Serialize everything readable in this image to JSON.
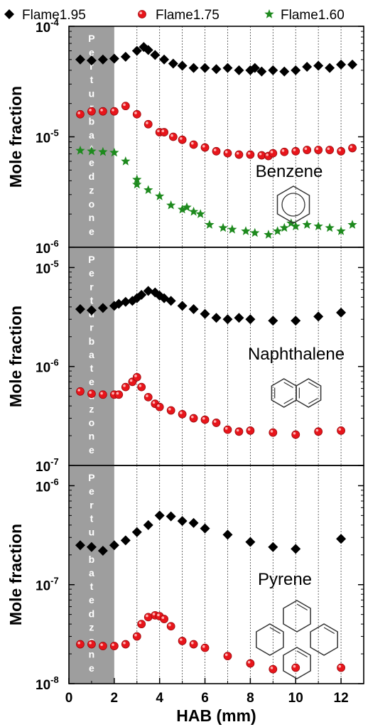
{
  "chart_data": {
    "type": "scatter",
    "legend": {
      "placement": "top",
      "entries": [
        {
          "name": "Flame1.95",
          "marker": "diamond",
          "color": "#000000"
        },
        {
          "name": "Flame1.75",
          "marker": "circle",
          "color": "#e8151b"
        },
        {
          "name": "Flame1.60",
          "marker": "star",
          "color": "#1e8a1e"
        }
      ]
    },
    "xlabel": "HAB (mm)",
    "xlim": [
      0,
      13
    ],
    "xticks": [
      "0",
      "2",
      "4",
      "6",
      "8",
      "10",
      "12"
    ],
    "x_gridlines": [
      3,
      4,
      5,
      6,
      7,
      8,
      9,
      10,
      11,
      12
    ],
    "y_scale": "log",
    "shaded_region": {
      "x": [
        0,
        2
      ],
      "label": "Perturbated zone",
      "color": "#9e9e9e"
    },
    "panels": [
      {
        "molecule": "Benzene",
        "ylabel": "Mole fraction",
        "ylim": [
          1e-06,
          0.0001
        ],
        "yticks": [
          {
            "base": "10",
            "exp": "-6"
          },
          {
            "base": "10",
            "exp": "-5"
          },
          {
            "base": "10",
            "exp": "-4"
          }
        ],
        "series": [
          {
            "name": "Flame1.95",
            "x": [
              0.5,
              1,
              1.5,
              2,
              2.5,
              3,
              3.3,
              3.5,
              3.8,
              4.2,
              4.6,
              5,
              5.5,
              6,
              6.5,
              7,
              7.5,
              8,
              8.2,
              8.5,
              9,
              9.5,
              10,
              10.5,
              11,
              11.5,
              12,
              12.5
            ],
            "y": [
              5e-05,
              4.9e-05,
              5e-05,
              5.1e-05,
              5.3e-05,
              6e-05,
              6.5e-05,
              6.1e-05,
              5.5e-05,
              5e-05,
              4.6e-05,
              4.4e-05,
              4.2e-05,
              4.2e-05,
              4.1e-05,
              4.2e-05,
              4e-05,
              4e-05,
              4.2e-05,
              3.9e-05,
              4e-05,
              3.9e-05,
              4e-05,
              4.3e-05,
              4.4e-05,
              4.2e-05,
              4.5e-05,
              4.5e-05
            ]
          },
          {
            "name": "Flame1.75",
            "x": [
              0.5,
              1,
              1.5,
              2,
              2.5,
              3,
              3.5,
              4,
              4.2,
              4.6,
              5,
              5.5,
              6,
              6.5,
              7,
              7.5,
              8,
              8.5,
              8.8,
              9,
              9.5,
              10,
              10.5,
              11,
              11.5,
              12,
              12.5
            ],
            "y": [
              1.6e-05,
              1.7e-05,
              1.7e-05,
              1.7e-05,
              1.9e-05,
              1.6e-05,
              1.3e-05,
              1.1e-05,
              1.1e-05,
              1e-05,
              9.4e-06,
              8.5e-06,
              8e-06,
              7.4e-06,
              7.1e-06,
              6.9e-06,
              6.9e-06,
              6.8e-06,
              6.7e-06,
              7.1e-06,
              7.3e-06,
              7.4e-06,
              7.6e-06,
              7.6e-06,
              7.6e-06,
              7.4e-06,
              7.9e-06
            ]
          },
          {
            "name": "Flame1.60",
            "x": [
              0.5,
              1,
              1.5,
              2,
              2.5,
              3,
              3,
              3.5,
              4,
              4.5,
              5,
              5.2,
              5.5,
              5.8,
              6.2,
              6.8,
              7.2,
              7.8,
              8.2,
              8.8,
              9.2,
              9.5,
              9.8,
              10,
              10.5,
              11,
              11.5,
              12,
              12.5
            ],
            "y": [
              7.5e-06,
              7.4e-06,
              7.3e-06,
              7.2e-06,
              6e-06,
              4.1e-06,
              3.7e-06,
              3.3e-06,
              2.9e-06,
              2.4e-06,
              2.2e-06,
              2.3e-06,
              2.1e-06,
              2e-06,
              1.6e-06,
              1.5e-06,
              1.45e-06,
              1.4e-06,
              1.35e-06,
              1.3e-06,
              1.4e-06,
              1.5e-06,
              1.65e-06,
              1.55e-06,
              1.6e-06,
              1.55e-06,
              1.5e-06,
              1.4e-06,
              1.6e-06
            ]
          }
        ]
      },
      {
        "molecule": "Naphthalene",
        "ylabel": "Mole fraction",
        "ylim": [
          1e-07,
          1.6e-05
        ],
        "yticks": [
          {
            "base": "10",
            "exp": "-7"
          },
          {
            "base": "10",
            "exp": "-6"
          },
          {
            "base": "10",
            "exp": "-5"
          }
        ],
        "series": [
          {
            "name": "Flame1.95",
            "x": [
              0.5,
              1,
              1.5,
              2,
              2.2,
              2.5,
              2.8,
              3,
              3.2,
              3.5,
              3.8,
              4,
              4.2,
              4.5,
              5,
              5.5,
              6,
              6.5,
              7,
              7.5,
              8,
              9,
              10,
              11,
              12
            ],
            "y": [
              3.8e-06,
              3.7e-06,
              3.9e-06,
              4.1e-06,
              4.3e-06,
              4.5e-06,
              4.6e-06,
              4.9e-06,
              5.3e-06,
              5.8e-06,
              5.6e-06,
              5.2e-06,
              4.9e-06,
              4.6e-06,
              4.1e-06,
              3.8e-06,
              3.4e-06,
              3.1e-06,
              3e-06,
              3.1e-06,
              3e-06,
              2.9e-06,
              2.9e-06,
              3.2e-06,
              3.5e-06
            ]
          },
          {
            "name": "Flame1.75",
            "x": [
              0.5,
              1,
              1.5,
              2,
              2.2,
              2.5,
              2.8,
              3,
              3.2,
              3.5,
              3.8,
              4,
              4.5,
              5,
              5.5,
              6,
              6.5,
              7,
              7.5,
              8,
              9,
              10,
              11,
              12
            ],
            "y": [
              5.6e-07,
              5.3e-07,
              5.2e-07,
              5.2e-07,
              5.2e-07,
              6.2e-07,
              7e-07,
              7.8e-07,
              6.2e-07,
              4.9e-07,
              4.2e-07,
              3.9e-07,
              3.6e-07,
              3.3e-07,
              3e-07,
              2.9e-07,
              2.7e-07,
              2.3e-07,
              2.2e-07,
              2.25e-07,
              2.15e-07,
              2.05e-07,
              2.2e-07,
              2.25e-07
            ]
          }
        ]
      },
      {
        "molecule": "Pyrene",
        "ylabel": "Mole fraction",
        "ylim": [
          1e-08,
          1.6e-06
        ],
        "yticks": [
          {
            "base": "10",
            "exp": "-8"
          },
          {
            "base": "10",
            "exp": "-7"
          },
          {
            "base": "10",
            "exp": "-6"
          }
        ],
        "series": [
          {
            "name": "Flame1.95",
            "x": [
              0.5,
              1,
              1.5,
              2,
              2.5,
              3,
              3.5,
              4,
              4.5,
              5,
              5.5,
              6,
              7,
              8,
              9,
              10,
              12
            ],
            "y": [
              2.5e-07,
              2.4e-07,
              2.2e-07,
              2.5e-07,
              2.8e-07,
              3.4e-07,
              4e-07,
              5e-07,
              4.9e-07,
              4.4e-07,
              4.2e-07,
              3.7e-07,
              3.2e-07,
              2.7e-07,
              2.4e-07,
              2.3e-07,
              2.9e-07
            ]
          },
          {
            "name": "Flame1.75",
            "x": [
              0.5,
              1,
              1.5,
              2,
              2.5,
              3,
              3.2,
              3.5,
              3.8,
              4,
              4.2,
              4.5,
              5,
              5.5,
              6,
              7,
              8,
              9,
              10,
              12
            ],
            "y": [
              2.5e-08,
              2.5e-08,
              2.4e-08,
              2.4e-08,
              2.5e-08,
              3e-08,
              4e-08,
              4.7e-08,
              4.9e-08,
              4.8e-08,
              4.5e-08,
              3.8e-08,
              2.7e-08,
              2.5e-08,
              2.3e-08,
              1.9e-08,
              1.6e-08,
              1.4e-08,
              1.45e-08,
              1.45e-08
            ]
          }
        ]
      }
    ]
  }
}
